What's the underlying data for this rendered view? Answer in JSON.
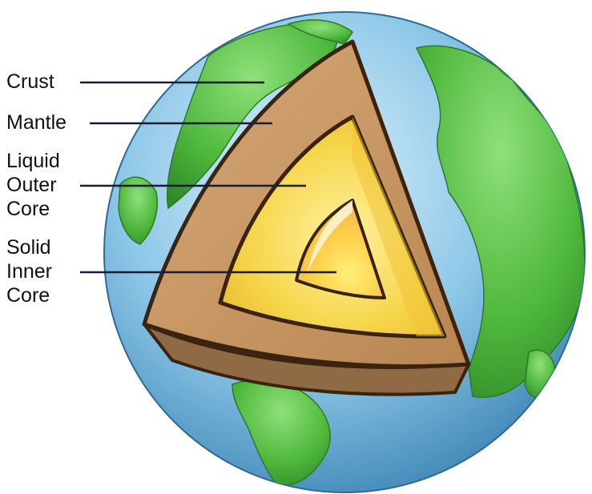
{
  "labels": {
    "crust": [
      "Crust"
    ],
    "mantle": [
      "Mantle"
    ],
    "outer_core": [
      "Liquid",
      "Outer",
      "Core"
    ],
    "inner_core": [
      "Solid",
      "Inner",
      "Core"
    ]
  },
  "colors": {
    "ocean": "#6fb3dc",
    "land": "#4fb83d",
    "crust": "#c89a64",
    "mantle_shadow": "#6b4a2a",
    "outer_core": "#f6d54a",
    "inner_core": "#ffe38a",
    "outline": "#3a2410",
    "leader_line": "#1a1a3a"
  }
}
